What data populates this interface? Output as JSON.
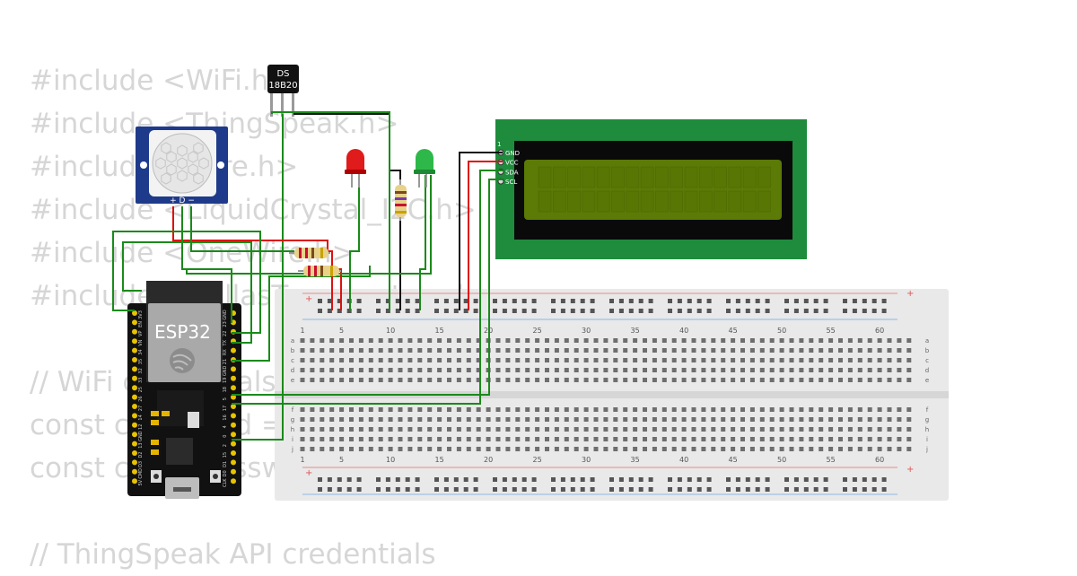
{
  "code_lines": [
    "#include <WiFi.h>",
    "#include <ThingSpeak.h>",
    "#include <Wire.h>",
    "#include <LiquidCrystal_I2C.h>",
    "#include <OneWire.h>",
    "#include <DallasTemperature.h>",
    "",
    "// WiFi credentials",
    "const char* ssid = ",
    "const char* password",
    "",
    "// ThingSpeak API credentials"
  ],
  "sensor": {
    "label_top": "DS",
    "label_bottom": "18B20"
  },
  "pir": {
    "pins": "+ D −"
  },
  "lcd": {
    "pin1": "1",
    "pins": [
      "GND",
      "VCC",
      "SDA",
      "SCL"
    ]
  },
  "esp32": {
    "label": "ESP32",
    "left_pins": [
      "3V3",
      "EN",
      "VP",
      "VN",
      "34",
      "35",
      "32",
      "33",
      "25",
      "26",
      "27",
      "14",
      "12",
      "GND",
      "13",
      "D2",
      "D3",
      "CMD",
      "5V"
    ],
    "right_pins": [
      "GND",
      "23",
      "22",
      "TX",
      "RX",
      "21",
      "GND",
      "19",
      "18",
      "5",
      "17",
      "16",
      "4",
      "0",
      "2",
      "15",
      "D1",
      "D0",
      "CLK"
    ]
  },
  "breadboard": {
    "column_numbers": [
      "1",
      "5",
      "10",
      "15",
      "20",
      "25",
      "30",
      "35",
      "40",
      "45",
      "50",
      "55",
      "60"
    ],
    "rows_top": [
      "a",
      "b",
      "c",
      "d",
      "e"
    ],
    "rows_bottom": [
      "f",
      "g",
      "h",
      "i",
      "j"
    ],
    "rail_plus": "+",
    "rail_minus": "−"
  },
  "colors": {
    "wire_green": "#1a8a1a",
    "wire_red": "#dd1111",
    "wire_black": "#111111",
    "lcd_board": "#1e8c3c",
    "lcd_screen": "#5b7a06",
    "pir_board": "#1e3a8a",
    "esp_board": "#111111",
    "led_red": "#e01b1b",
    "led_green": "#2fb84a"
  }
}
